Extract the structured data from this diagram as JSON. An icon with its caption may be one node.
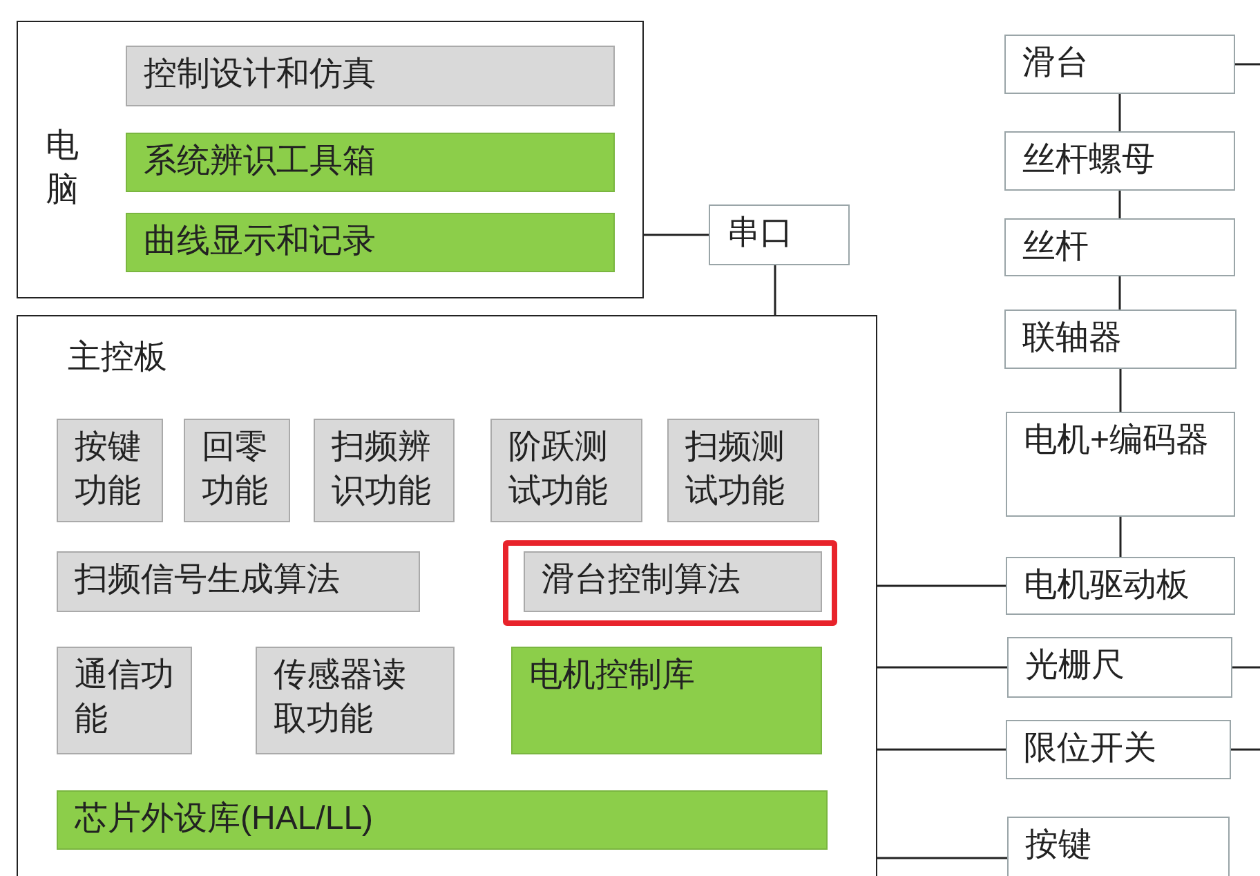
{
  "diagram": {
    "nodes": [
      {
        "text": [
          "电脑"
        ]
      },
      {
        "text": [
          "控制设计和仿真"
        ],
        "in": 0
      },
      {
        "text": [
          "系统辨识工具箱"
        ],
        "in": 0
      },
      {
        "text": [
          "曲线显示和记录"
        ],
        "in": 0
      },
      {
        "text": [
          "串口"
        ]
      },
      {
        "text": [
          "主控板"
        ]
      },
      {
        "text": [
          "按键功能"
        ],
        "in": 5
      },
      {
        "text": [
          "回零功能"
        ],
        "in": 5
      },
      {
        "text": [
          "扫频辨识功能"
        ],
        "in": 5
      },
      {
        "text": [
          "阶跃测试功能"
        ],
        "in": 5
      },
      {
        "text": [
          "扫频测试功能"
        ],
        "in": 5
      },
      {
        "text": [
          "扫频信号生成算法"
        ],
        "in": 5
      },
      {
        "text": [
          "滑台控制算法"
        ],
        "in": 5
      },
      {
        "text": [
          "通信功能"
        ],
        "in": 5
      },
      {
        "text": [
          "传感器读取功能"
        ],
        "in": 5
      },
      {
        "text": [
          "电机控制库"
        ],
        "in": 5
      },
      {
        "text": [
          "芯片外设库(HAL/LL)"
        ],
        "in": 5
      },
      {
        "text": [
          "滑台"
        ]
      },
      {
        "text": [
          "丝杆螺母"
        ]
      },
      {
        "text": [
          "丝杆"
        ]
      },
      {
        "text": [
          "联轴器"
        ]
      },
      {
        "text": [
          "电机+编码器"
        ]
      },
      {
        "text": [
          "电机驱动板"
        ]
      },
      {
        "text": [
          "光栅尺"
        ]
      },
      {
        "text": [
          "限位开关"
        ]
      },
      {
        "text": [
          "按键"
        ]
      }
    ],
    "edges": [
      {
        "from": 0,
        "to": 4,
        "arrow": "none"
      },
      {
        "from": 4,
        "to": 5,
        "arrow": "none"
      },
      {
        "from": 17,
        "to": 18,
        "arrow": "none"
      },
      {
        "from": 18,
        "to": 19,
        "arrow": "none"
      },
      {
        "from": 19,
        "to": 20,
        "arrow": "none"
      },
      {
        "from": 20,
        "to": 21,
        "arrow": "none"
      },
      {
        "from": 21,
        "to": 22,
        "arrow": "none"
      },
      {
        "from": 5,
        "to": 22,
        "arrow": "none"
      },
      {
        "from": 5,
        "to": 23,
        "arrow": "none"
      },
      {
        "from": 5,
        "to": 24,
        "arrow": "none"
      },
      {
        "from": 5,
        "to": 25,
        "arrow": "none"
      },
      {
        "from": 17,
        "to": null,
        "arrow": "none"
      },
      {
        "from": 23,
        "to": null,
        "arrow": "none"
      },
      {
        "from": 24,
        "to": null,
        "arrow": "none"
      }
    ]
  }
}
